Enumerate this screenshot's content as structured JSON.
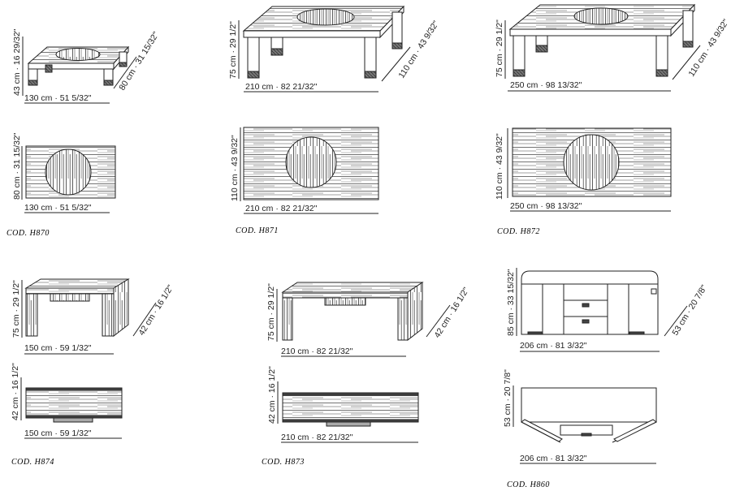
{
  "items": [
    {
      "code": "COD. H870",
      "top_w": "130 cm · 51 5/32\"",
      "top_h": "43 cm · 16 29/32\"",
      "top_d": "80 cm · 31 15/32\"",
      "plan_w": "130 cm · 51 5/32\"",
      "plan_d": "80 cm · 31 15/32\""
    },
    {
      "code": "COD. H871",
      "top_w": "210 cm · 82 21/32\"",
      "top_h": "75 cm · 29 1/2\"",
      "top_d": "110 cm · 43 9/32\"",
      "plan_w": "210 cm · 82 21/32\"",
      "plan_d": "110 cm · 43 9/32\""
    },
    {
      "code": "COD. H872",
      "top_w": "250 cm · 98 13/32\"",
      "top_h": "75 cm · 29 1/2\"",
      "top_d": "110 cm · 43 9/32\"",
      "plan_w": "250 cm · 98 13/32\"",
      "plan_d": "110 cm · 43 9/32\""
    },
    {
      "code": "COD. H874",
      "top_w": "150 cm · 59 1/32\"",
      "top_h": "75 cm · 29 1/2\"",
      "top_d": "42 cm · 16 1/2\"",
      "plan_w": "150 cm · 59 1/32\"",
      "plan_d": "42 cm · 16 1/2\""
    },
    {
      "code": "COD. H873",
      "top_w": "210 cm · 82 21/32\"",
      "top_h": "75 cm · 29 1/2\"",
      "top_d": "42 cm · 16 1/2\"",
      "plan_w": "210 cm · 82 21/32\"",
      "plan_d": "42 cm · 16 1/2\""
    },
    {
      "code": "COD. H860",
      "top_w": "206 cm · 81 3/32\"",
      "top_h": "85 cm · 33 15/32\"",
      "top_d": "53 cm · 20 7/8\"",
      "plan_w": "206 cm · 81 3/32\"",
      "plan_d": "53 cm · 20 7/8\""
    }
  ]
}
